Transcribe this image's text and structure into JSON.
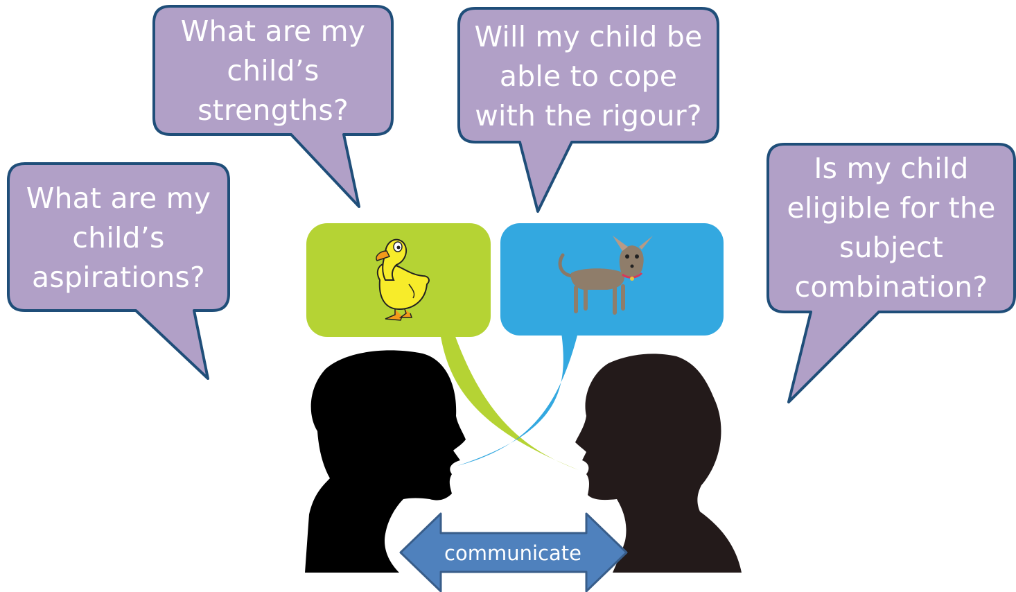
{
  "colors": {
    "callout_fill": "#b1a0c7",
    "callout_stroke": "#1f4e79",
    "green_bubble": "#b5d334",
    "blue_bubble": "#33a8e0",
    "arrow_fill": "#4f81bd",
    "arrow_stroke": "#385d8a",
    "left_silhouette": "#000000",
    "right_silhouette": "#231a1a"
  },
  "callouts": {
    "strengths": [
      "What are my",
      "child’s",
      "strengths?"
    ],
    "rigour": [
      "Will my child be",
      "able to cope",
      "with the rigour?"
    ],
    "aspirations": [
      "What are my",
      "child’s",
      "aspirations?"
    ],
    "eligibility": [
      "Is my child",
      "eligible for the",
      "subject",
      "combination?"
    ]
  },
  "arrow": {
    "label": "communicate"
  },
  "icons": {
    "duck": "duck-icon",
    "dog": "dog-icon",
    "left_person": "person-silhouette-icon",
    "right_person": "person-silhouette-icon"
  }
}
